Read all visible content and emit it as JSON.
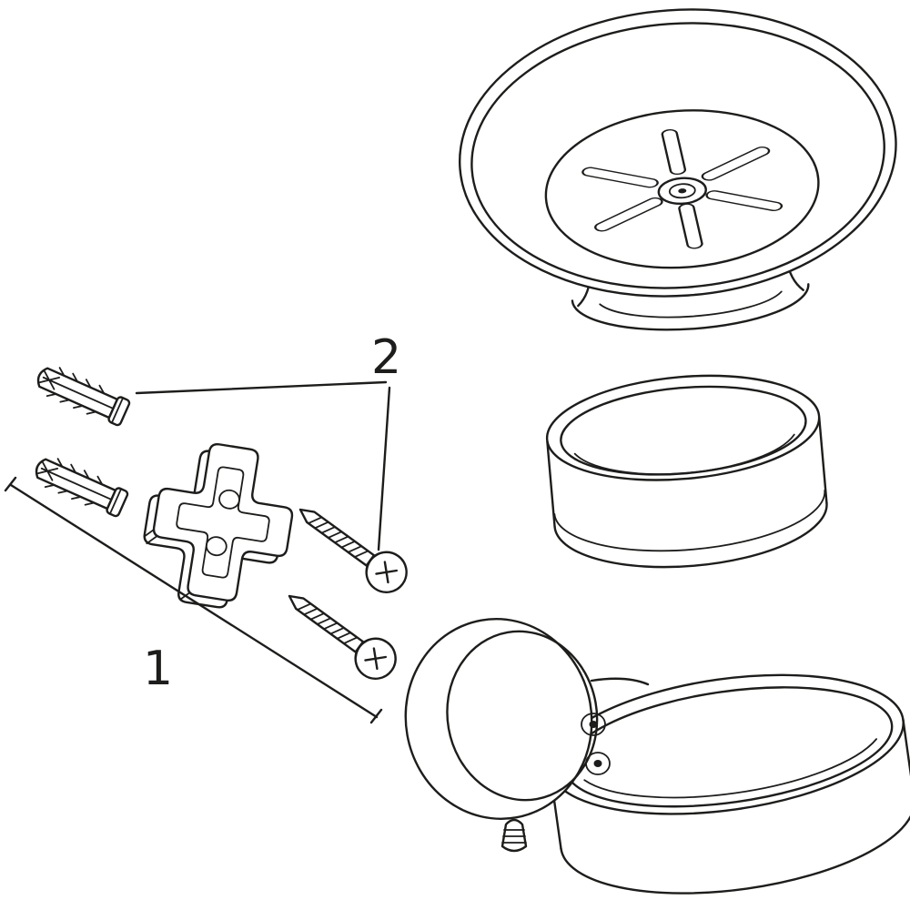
{
  "page": {
    "background": "#ffffff",
    "line_color": "#1d1d1b"
  },
  "diagram": {
    "kind": "exploded-assembly-drawing",
    "callouts": [
      {
        "text": "1"
      },
      {
        "text": "2"
      }
    ],
    "parts": [
      {
        "name": "soap-dish"
      },
      {
        "name": "spacer-ring"
      },
      {
        "name": "wall-rosette"
      },
      {
        "name": "holder-ring"
      },
      {
        "name": "set-screw"
      },
      {
        "name": "wall-anchor-upper"
      },
      {
        "name": "wall-anchor-lower"
      },
      {
        "name": "mounting-plate"
      },
      {
        "name": "mounting-screw-upper"
      },
      {
        "name": "mounting-screw-lower"
      }
    ]
  }
}
